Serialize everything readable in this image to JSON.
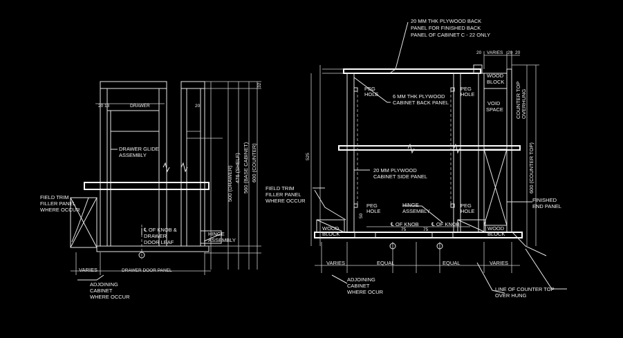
{
  "labels": {
    "back_panel_1": "20 MM THK PLYWOOD BACK",
    "back_panel_2": "PANEL FOR FINISHED BACK",
    "back_panel_3": "PANEL OF CABINET C - 22 ONLY",
    "varies_top": "VARIES",
    "dim_20a": "20",
    "dim_20b": "20",
    "dim_20c": "20",
    "wood_block_top_1": "WOOD",
    "wood_block_top_2": "BLOCK",
    "peg_hole_1a": "PEG",
    "peg_hole_1b": "HOLE",
    "peg_hole_2a": "PEG",
    "peg_hole_2b": "HOLE",
    "peg_hole_3a": "PEG",
    "peg_hole_3b": "HOLE",
    "peg_hole_4a": "PEG",
    "peg_hole_4b": "HOLE",
    "back_6mm_1": "6 MM THK PLYWOOD",
    "back_6mm_2": "CABINET BACK PANEL",
    "void_1": "VOID",
    "void_2": "SPACE",
    "side_panel_1": "20 MM PLYWOOD",
    "side_panel_2": "CABINET SIDE PANEL",
    "hinge_r_1": "HINGE",
    "hinge_r_2": "ASSEMBLY",
    "finished_end_1": "FINISHED",
    "finished_end_2": "END PANEL",
    "counter_top_v": "600 (COUNTER TOP)",
    "counter_overhung_1": "COUNTER TOP",
    "counter_overhung_2": "OVERHUNG",
    "dim_525": "525",
    "dim_50r": "50",
    "cl_knob_r": "℄ OF KNOB",
    "dim_75a": "75",
    "dim_75b": "75",
    "wood_block_bl_1": "WOOD",
    "wood_block_bl_2": "BLOCK",
    "wood_block_br_1": "WOOD",
    "wood_block_br_2": "BLOCK",
    "field_trim_r_1": "FIELD TRIM",
    "field_trim_r_2": "FILLER PANEL",
    "field_trim_r_3": "WHERE OCCUR",
    "varies_r1": "VARIES",
    "equal_1": "EQUAL",
    "equal_2": "EQUAL",
    "varies_r2": "VARIES",
    "adjoining_r_1": "ADJOINING",
    "adjoining_r_2": "CABINET",
    "adjoining_r_3": "WHERE OCUR",
    "line_counter_1": "LINE OF COUNTER TOP",
    "line_counter_2": "OVER HUNG",
    "drawer": "DRAWER",
    "dim_20_13": "20 13",
    "dim_20_l2": "20",
    "drawer_glide_1": "DRAWER GLIDE",
    "drawer_glide_2": "ASSEMBLY",
    "dim_500_drawer": "500 (DRAWER)",
    "dim_476_shelf": "476 (SHELF)",
    "dim_560_base": "560 (BASE CABINET)",
    "dim_600_counter": "600 (COUNTER)",
    "dim_32": "32",
    "field_trim_l_1": "FIELD TRIM",
    "field_trim_l_2": "FILLER PANEL",
    "field_trim_l_3": "WHERE OCCUR",
    "cl_knob_l_1": "℄ OF KNOB &",
    "cl_knob_l_2": "DRAWER",
    "cl_knob_l_3": "DOOR LEAF",
    "hinge_l_1": "HINGE",
    "hinge_l_2": "ASSEMBLY",
    "varies_l": "VARIES",
    "drawer_door_panel": "DRAWER DOOR PANEL",
    "adjoining_l_1": "ADJOINING",
    "adjoining_l_2": "CABINET",
    "adjoining_l_3": "WHERE OCCUR"
  }
}
